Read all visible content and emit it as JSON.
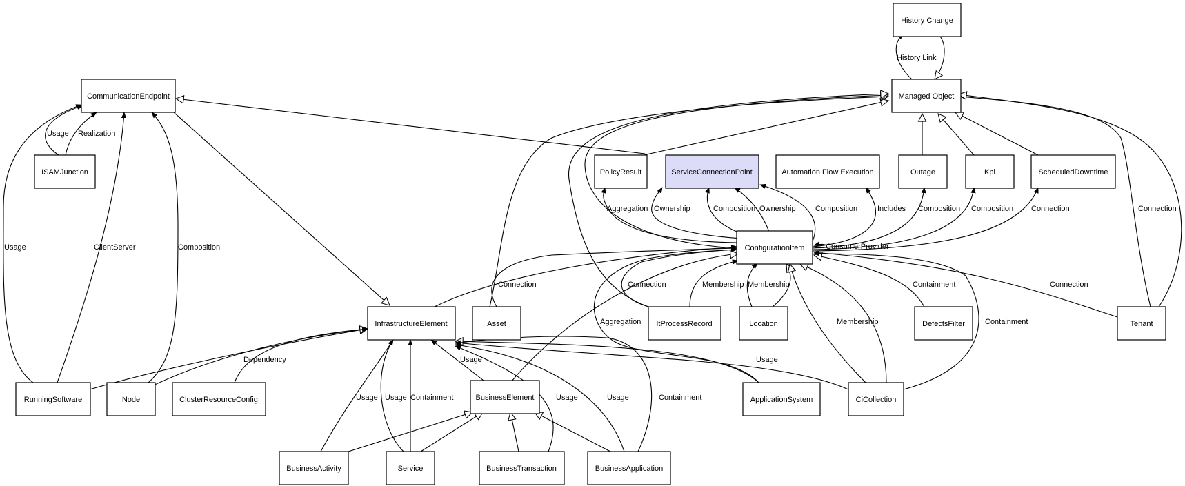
{
  "nodes": {
    "history_change": "History Change",
    "managed_object": "Managed Object",
    "communication_endpoint": "CommunicationEndpoint",
    "isam_junction": "ISAMJunction",
    "policy_result": "PolicyResult",
    "service_connection_point": "ServiceConnectionPoint",
    "automation_flow_execution": "Automation Flow Execution",
    "outage": "Outage",
    "kpi": "Kpi",
    "scheduled_downtime": "ScheduledDowntime",
    "configuration_item": "ConfigurationItem",
    "infrastructure_element": "InfrastructureElement",
    "asset": "Asset",
    "it_process_record": "ItProcessRecord",
    "location": "Location",
    "defects_filter": "DefectsFilter",
    "tenant": "Tenant",
    "running_software": "RunningSoftware",
    "node": "Node",
    "cluster_resource_config": "ClusterResourceConfig",
    "business_element": "BusinessElement",
    "application_system": "ApplicationSystem",
    "ci_collection": "CiCollection",
    "business_activity": "BusinessActivity",
    "service": "Service",
    "business_transaction": "BusinessTransaction",
    "business_application": "BusinessApplication"
  },
  "edge_labels": {
    "history_link": "History Link",
    "usage_ce_isam": "Usage",
    "realization": "Realization",
    "usage_rs_ce": "Usage",
    "client_server": "ClientServer",
    "composition_node_ce": "Composition",
    "aggregation_policy": "Aggregation",
    "ownership_1": "Ownership",
    "composition_scp_1": "Composition",
    "ownership_2": "Ownership",
    "composition_scp_2": "Composition",
    "includes": "Includes",
    "composition_outage": "Composition",
    "composition_kpi": "Composition",
    "connection_sd": "Connection",
    "connection_tenant_mo": "Connection",
    "consumer_provider": "ConsumerProvider",
    "connection_asset": "Connection",
    "connection_itpr": "Connection",
    "membership_itpr": "Membership",
    "membership_loc": "Membership",
    "containment_defects": "Containment",
    "connection_tenant_ci": "Connection",
    "aggregation_as": "Aggregation",
    "membership_cic": "Membership",
    "containment_cic": "Containment",
    "dependency": "Dependency",
    "usage_cic_ie": "Usage",
    "usage_be_ie": "Usage",
    "usage_ba_ie": "Usage",
    "usage_svc_ie": "Usage",
    "containment_svc_ie": "Containment",
    "usage_bt_ie": "Usage",
    "usage_bapp_ie": "Usage",
    "containment_bapp_ie": "Containment"
  }
}
